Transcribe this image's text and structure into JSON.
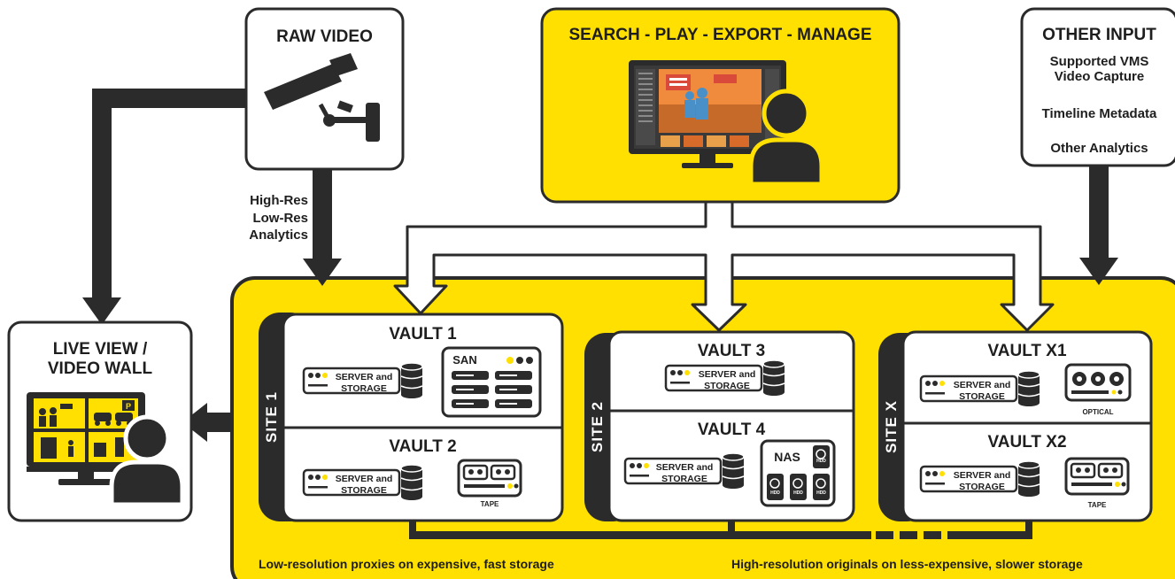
{
  "raw_video": {
    "title": "RAW VIDEO"
  },
  "feeds": {
    "line1": "High-Res",
    "line2": "Low-Res",
    "line3": "Analytics"
  },
  "console": {
    "title": "SEARCH - PLAY - EXPORT - MANAGE"
  },
  "other_input": {
    "title": "OTHER INPUT",
    "item1_line1": "Supported VMS",
    "item1_line2": "Video Capture",
    "item2": "Timeline Metadata",
    "item3": "Other Analytics"
  },
  "live_view": {
    "line1": "LIVE VIEW /",
    "line2": "VIDEO WALL",
    "sign": "P"
  },
  "sites": {
    "site1": "SITE 1",
    "site2": "SITE 2",
    "sitex": "SITE X"
  },
  "vaults": {
    "v1": "VAULT 1",
    "v2": "VAULT 2",
    "v3": "VAULT 3",
    "v4": "VAULT 4",
    "vx1": "VAULT X1",
    "vx2": "VAULT X2"
  },
  "server": {
    "line1": "SERVER and",
    "line2": "STORAGE"
  },
  "devices": {
    "san": "SAN",
    "tape": "TAPE",
    "nas": "NAS",
    "hdd": "HDD",
    "optical": "OPTICAL"
  },
  "footer": {
    "left": "Low-resolution proxies on expensive, fast storage",
    "right": "High-resolution originals on less-expensive, slower storage"
  },
  "colors": {
    "yellow": "#FFE000",
    "dark": "#2b2b2b",
    "white": "#ffffff"
  }
}
